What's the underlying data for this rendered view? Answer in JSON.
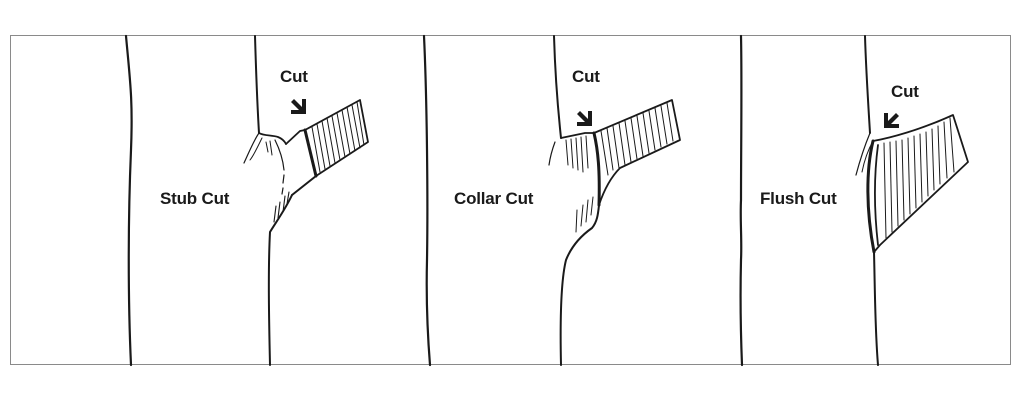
{
  "diagram": {
    "frame_color": "#8a8a8a",
    "ink_color": "#1a1a1a",
    "panels": [
      {
        "id": "stub",
        "title": "Stub Cut",
        "cut_label": "Cut",
        "arrow": "arrow-down-right"
      },
      {
        "id": "collar",
        "title": "Collar Cut",
        "cut_label": "Cut",
        "arrow": "arrow-down-right"
      },
      {
        "id": "flush",
        "title": "Flush Cut",
        "cut_label": "Cut",
        "arrow": "arrow-down-left"
      }
    ]
  }
}
